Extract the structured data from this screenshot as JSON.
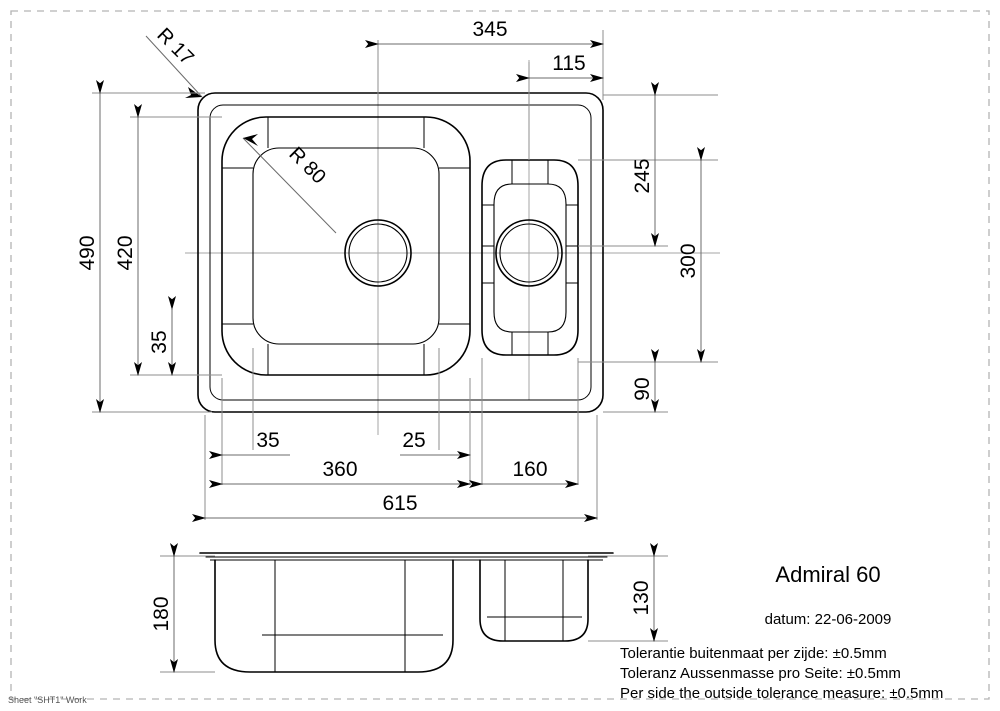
{
  "drawing": {
    "title": "Admiral 60",
    "date_label": "datum: 22-06-2009",
    "sheet_note": "Sheet \"SHT1\" Work",
    "tolerance_notes": [
      "Tolerantie buitenmaat per zijde: ±0.5mm",
      "Toleranz Aussenmasse pro Seite: ±0.5mm",
      "Per side the outside tolerance measure: ±0.5mm"
    ],
    "colors": {
      "line": "#000000",
      "dimension": "#6b6b6b",
      "extension": "#8c8c8c",
      "centerline": "#a6a6a6",
      "border": "#b4b4b4",
      "background": "#ffffff"
    },
    "units": "mm"
  },
  "dimensions": {
    "top": [
      {
        "id": "d-345",
        "value": "345"
      },
      {
        "id": "d-115",
        "value": "115"
      }
    ],
    "left": [
      {
        "id": "d-490",
        "value": "490"
      },
      {
        "id": "d-420",
        "value": "420"
      },
      {
        "id": "d-35-left",
        "value": "35"
      }
    ],
    "right": [
      {
        "id": "d-245",
        "value": "245"
      },
      {
        "id": "d-300",
        "value": "300"
      },
      {
        "id": "d-90",
        "value": "90"
      }
    ],
    "bottom": [
      {
        "id": "d-35-bottom",
        "value": "35"
      },
      {
        "id": "d-25",
        "value": "25"
      },
      {
        "id": "d-360",
        "value": "360"
      },
      {
        "id": "d-160",
        "value": "160"
      },
      {
        "id": "d-615",
        "value": "615"
      }
    ],
    "section": [
      {
        "id": "d-180",
        "value": "180"
      },
      {
        "id": "d-130",
        "value": "130"
      }
    ],
    "radii": [
      {
        "id": "r-17",
        "value": "R 17"
      },
      {
        "id": "r-80",
        "value": "R 80"
      }
    ]
  }
}
